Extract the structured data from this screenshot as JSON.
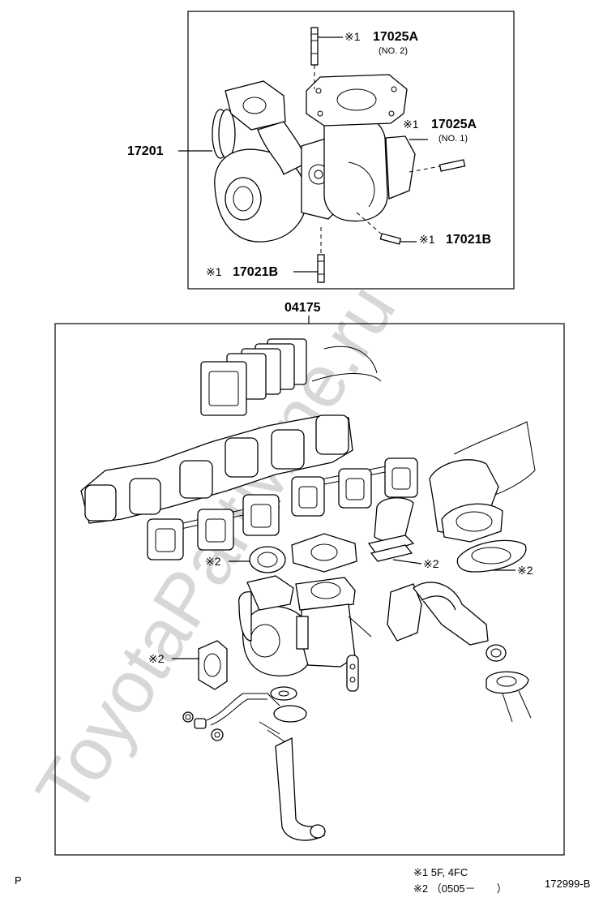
{
  "watermark": "ToyotaPartMine.ru",
  "top_frame": {
    "assembly_number": "17201",
    "callouts": {
      "stud_no2": {
        "mark": "※1",
        "part": "17025A",
        "sub": "(NO. 2)"
      },
      "stud_no1": {
        "mark": "※1",
        "part": "17025A",
        "sub": "(NO. 1)"
      },
      "stud_b_right": {
        "mark": "※1",
        "part": "17021B"
      },
      "stud_b_left": {
        "mark": "※1",
        "part": "17021B"
      }
    }
  },
  "bottom_frame": {
    "kit_number": "04175",
    "gasket_marks": [
      "※2",
      "※2",
      "※2",
      "※2"
    ]
  },
  "footer": {
    "corner_letter": "P",
    "note1": "※1  5F, 4FC",
    "note2": "※2 （0505－　　）",
    "diagram_ref": "172999-B"
  }
}
